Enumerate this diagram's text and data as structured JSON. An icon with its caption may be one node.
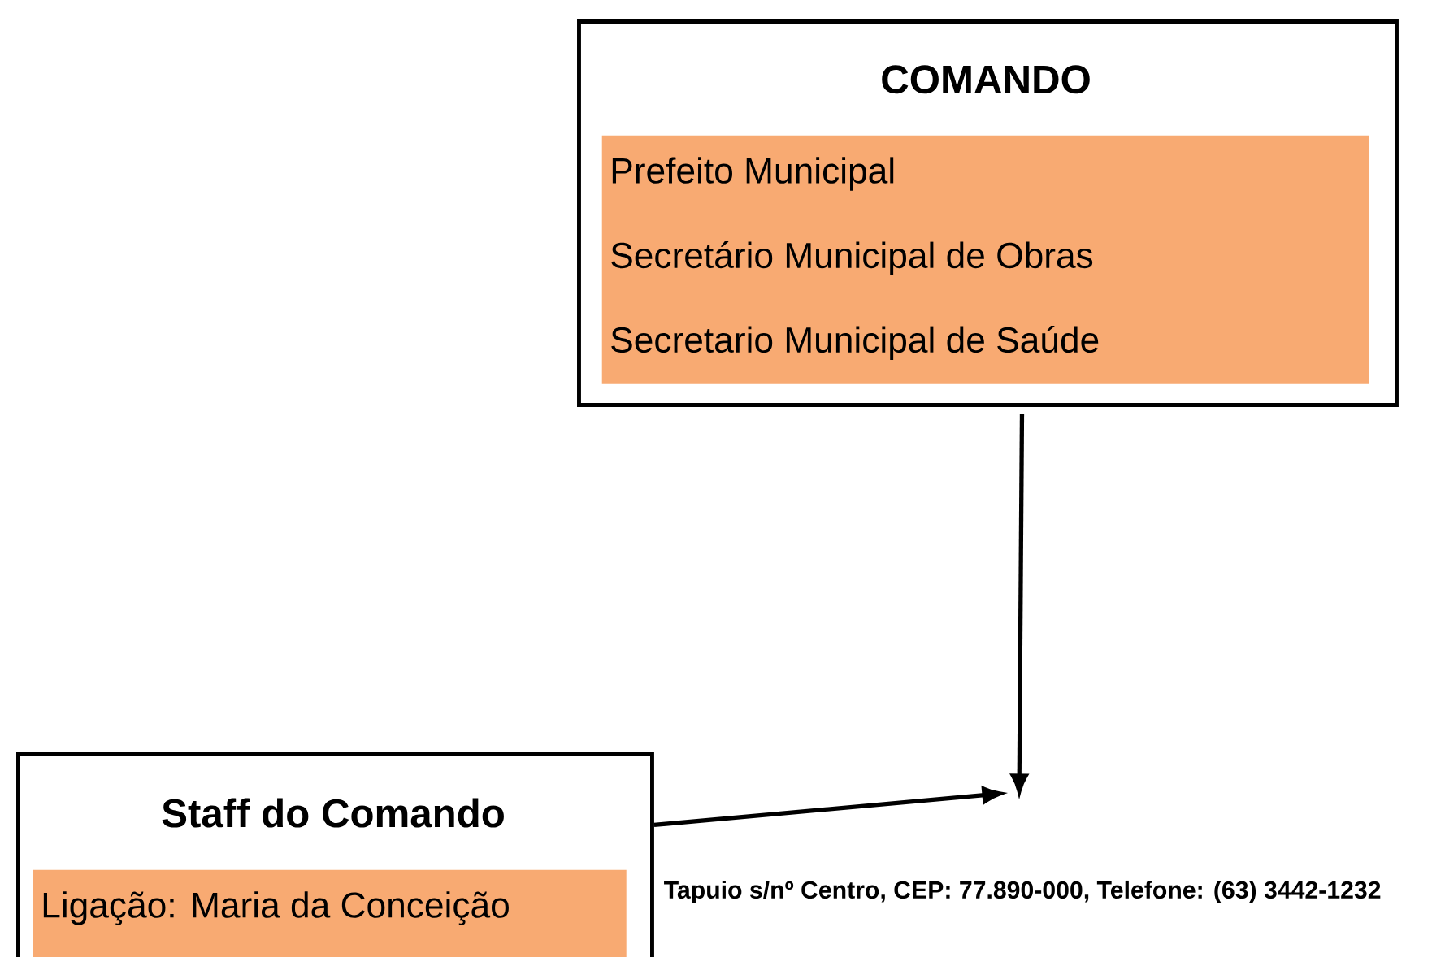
{
  "diagram": {
    "nodes": [
      {
        "text": [
          "COMANDO"
        ]
      },
      {
        "text": [
          "Prefeito Municipal",
          "Secretário Municipal de Obras",
          "Secretario Municipal de Saúde"
        ],
        "in": 0
      },
      {
        "text": [
          "Staff do Comando"
        ]
      },
      {
        "text": [
          "Ligação: Maria da Conceição"
        ],
        "in": 2
      }
    ],
    "edges": [
      {
        "from": 0,
        "to": null,
        "arrow": "to"
      },
      {
        "from": 2,
        "to": null,
        "arrow": "to"
      }
    ],
    "labels": [
      "Tapuio s/nº Centro, CEP: 77.890-000, Telefone: (63) 3442-1232"
    ]
  }
}
